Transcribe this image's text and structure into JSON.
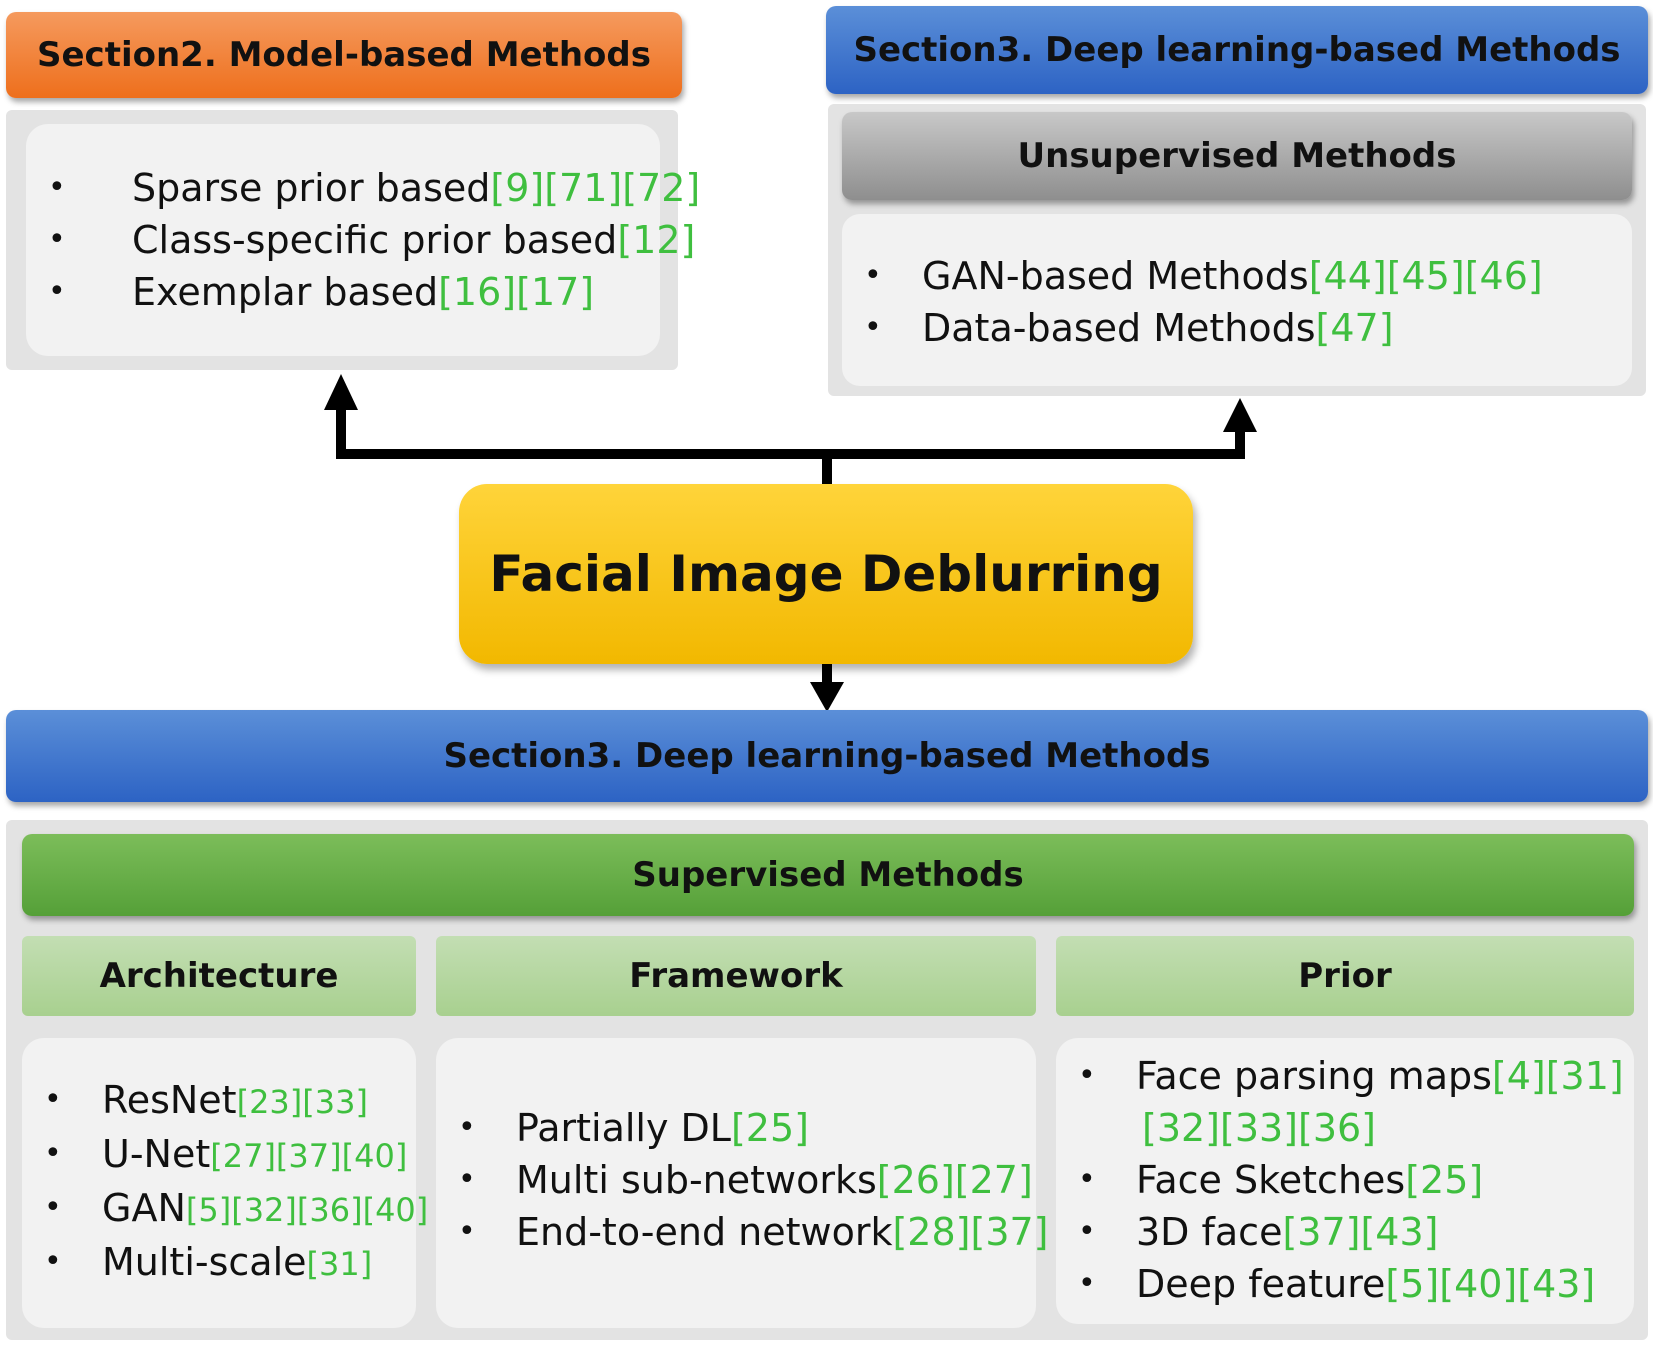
{
  "top_left": {
    "header": "Section2. Model-based Methods",
    "items": [
      {
        "text": "Sparse prior based",
        "refs": "[9][71][72]"
      },
      {
        "text": "Class-specific prior based",
        "refs": "[12]"
      },
      {
        "text": "Exemplar based",
        "refs": "[16][17]"
      }
    ]
  },
  "top_right": {
    "header": "Section3. Deep learning-based Methods",
    "subheader": "Unsupervised Methods",
    "items": [
      {
        "text": "GAN-based Methods",
        "refs": "[44][45][46]"
      },
      {
        "text": "Data-based Methods",
        "refs": "[47]"
      }
    ]
  },
  "center": {
    "title": "Facial Image Deblurring"
  },
  "bottom": {
    "header": "Section3. Deep learning-based Methods",
    "subheader": "Supervised Methods",
    "columns": [
      {
        "title": "Architecture",
        "items": [
          {
            "text": "ResNet",
            "refs": "[23][33]"
          },
          {
            "text": "U-Net",
            "refs": "[27][37][40]"
          },
          {
            "text": "GAN",
            "refs": "[5][32][36][40]"
          },
          {
            "text": "Multi-scale",
            "refs": "[31]"
          }
        ]
      },
      {
        "title": "Framework",
        "items": [
          {
            "text": "Partially DL",
            "refs": "[25]"
          },
          {
            "text": "Multi sub-networks",
            "refs": "[26][27]"
          },
          {
            "text": "End-to-end network",
            "refs": "[28][37]"
          }
        ]
      },
      {
        "title": "Prior",
        "items": [
          {
            "text": "Face parsing maps",
            "refs": "[4][31]",
            "cont": "[32][33][36]"
          },
          {
            "text": "Face Sketches",
            "refs": "[25]"
          },
          {
            "text": "3D face",
            "refs": "[37][43]"
          },
          {
            "text": "Deep feature",
            "refs": "[5][40][43]"
          }
        ]
      }
    ]
  },
  "colors": {
    "orange": "#ee6f1c",
    "blue": "#2d63c4",
    "gray": "#8e8e8e",
    "green": "#55a038",
    "light_green": "#a8d08f",
    "yellow": "#f2b800",
    "refs": "#3fbf3f"
  }
}
